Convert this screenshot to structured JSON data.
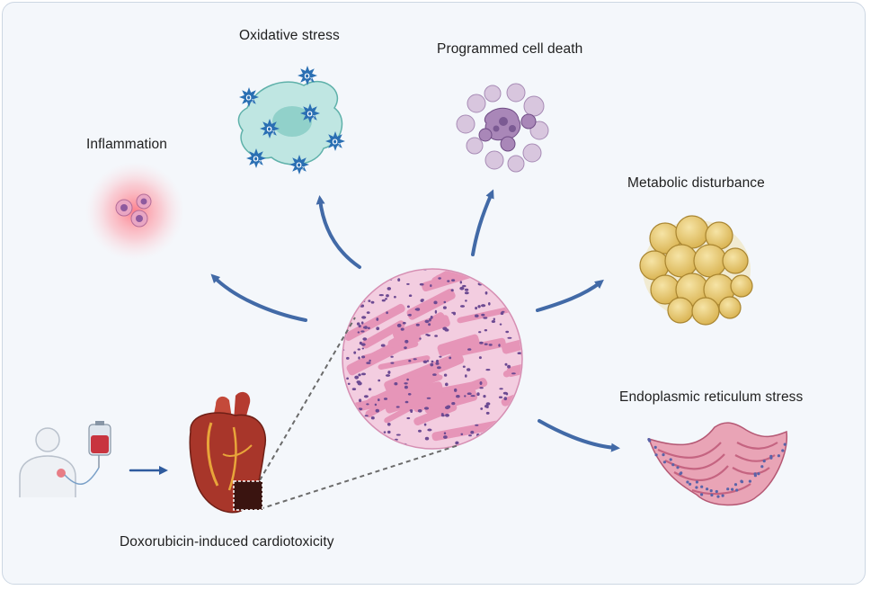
{
  "figure": {
    "labels": {
      "oxidative_stress": "Oxidative stress",
      "programmed_cell_death": "Programmed cell death",
      "inflammation": "Inflammation",
      "metabolic_disturbance": "Metabolic disturbance",
      "er_stress": "Endoplasmic reticulum stress",
      "dox_cardiotoxicity": "Doxorubicin-induced cardiotoxicity"
    },
    "ros_symbol": "O",
    "ros_subscript": "2",
    "colors": {
      "arrow": "#2f5b9e",
      "panel_border": "#cdd7e3",
      "tissue_bg": "#f3cde0",
      "tissue_fiber": "#e58fb4",
      "nuclei": "#6c4a92",
      "heart": "#a8362a",
      "ros_star": "#2a6fb3",
      "fat_cell": "#e8c86a",
      "er": "#d9768f"
    }
  }
}
